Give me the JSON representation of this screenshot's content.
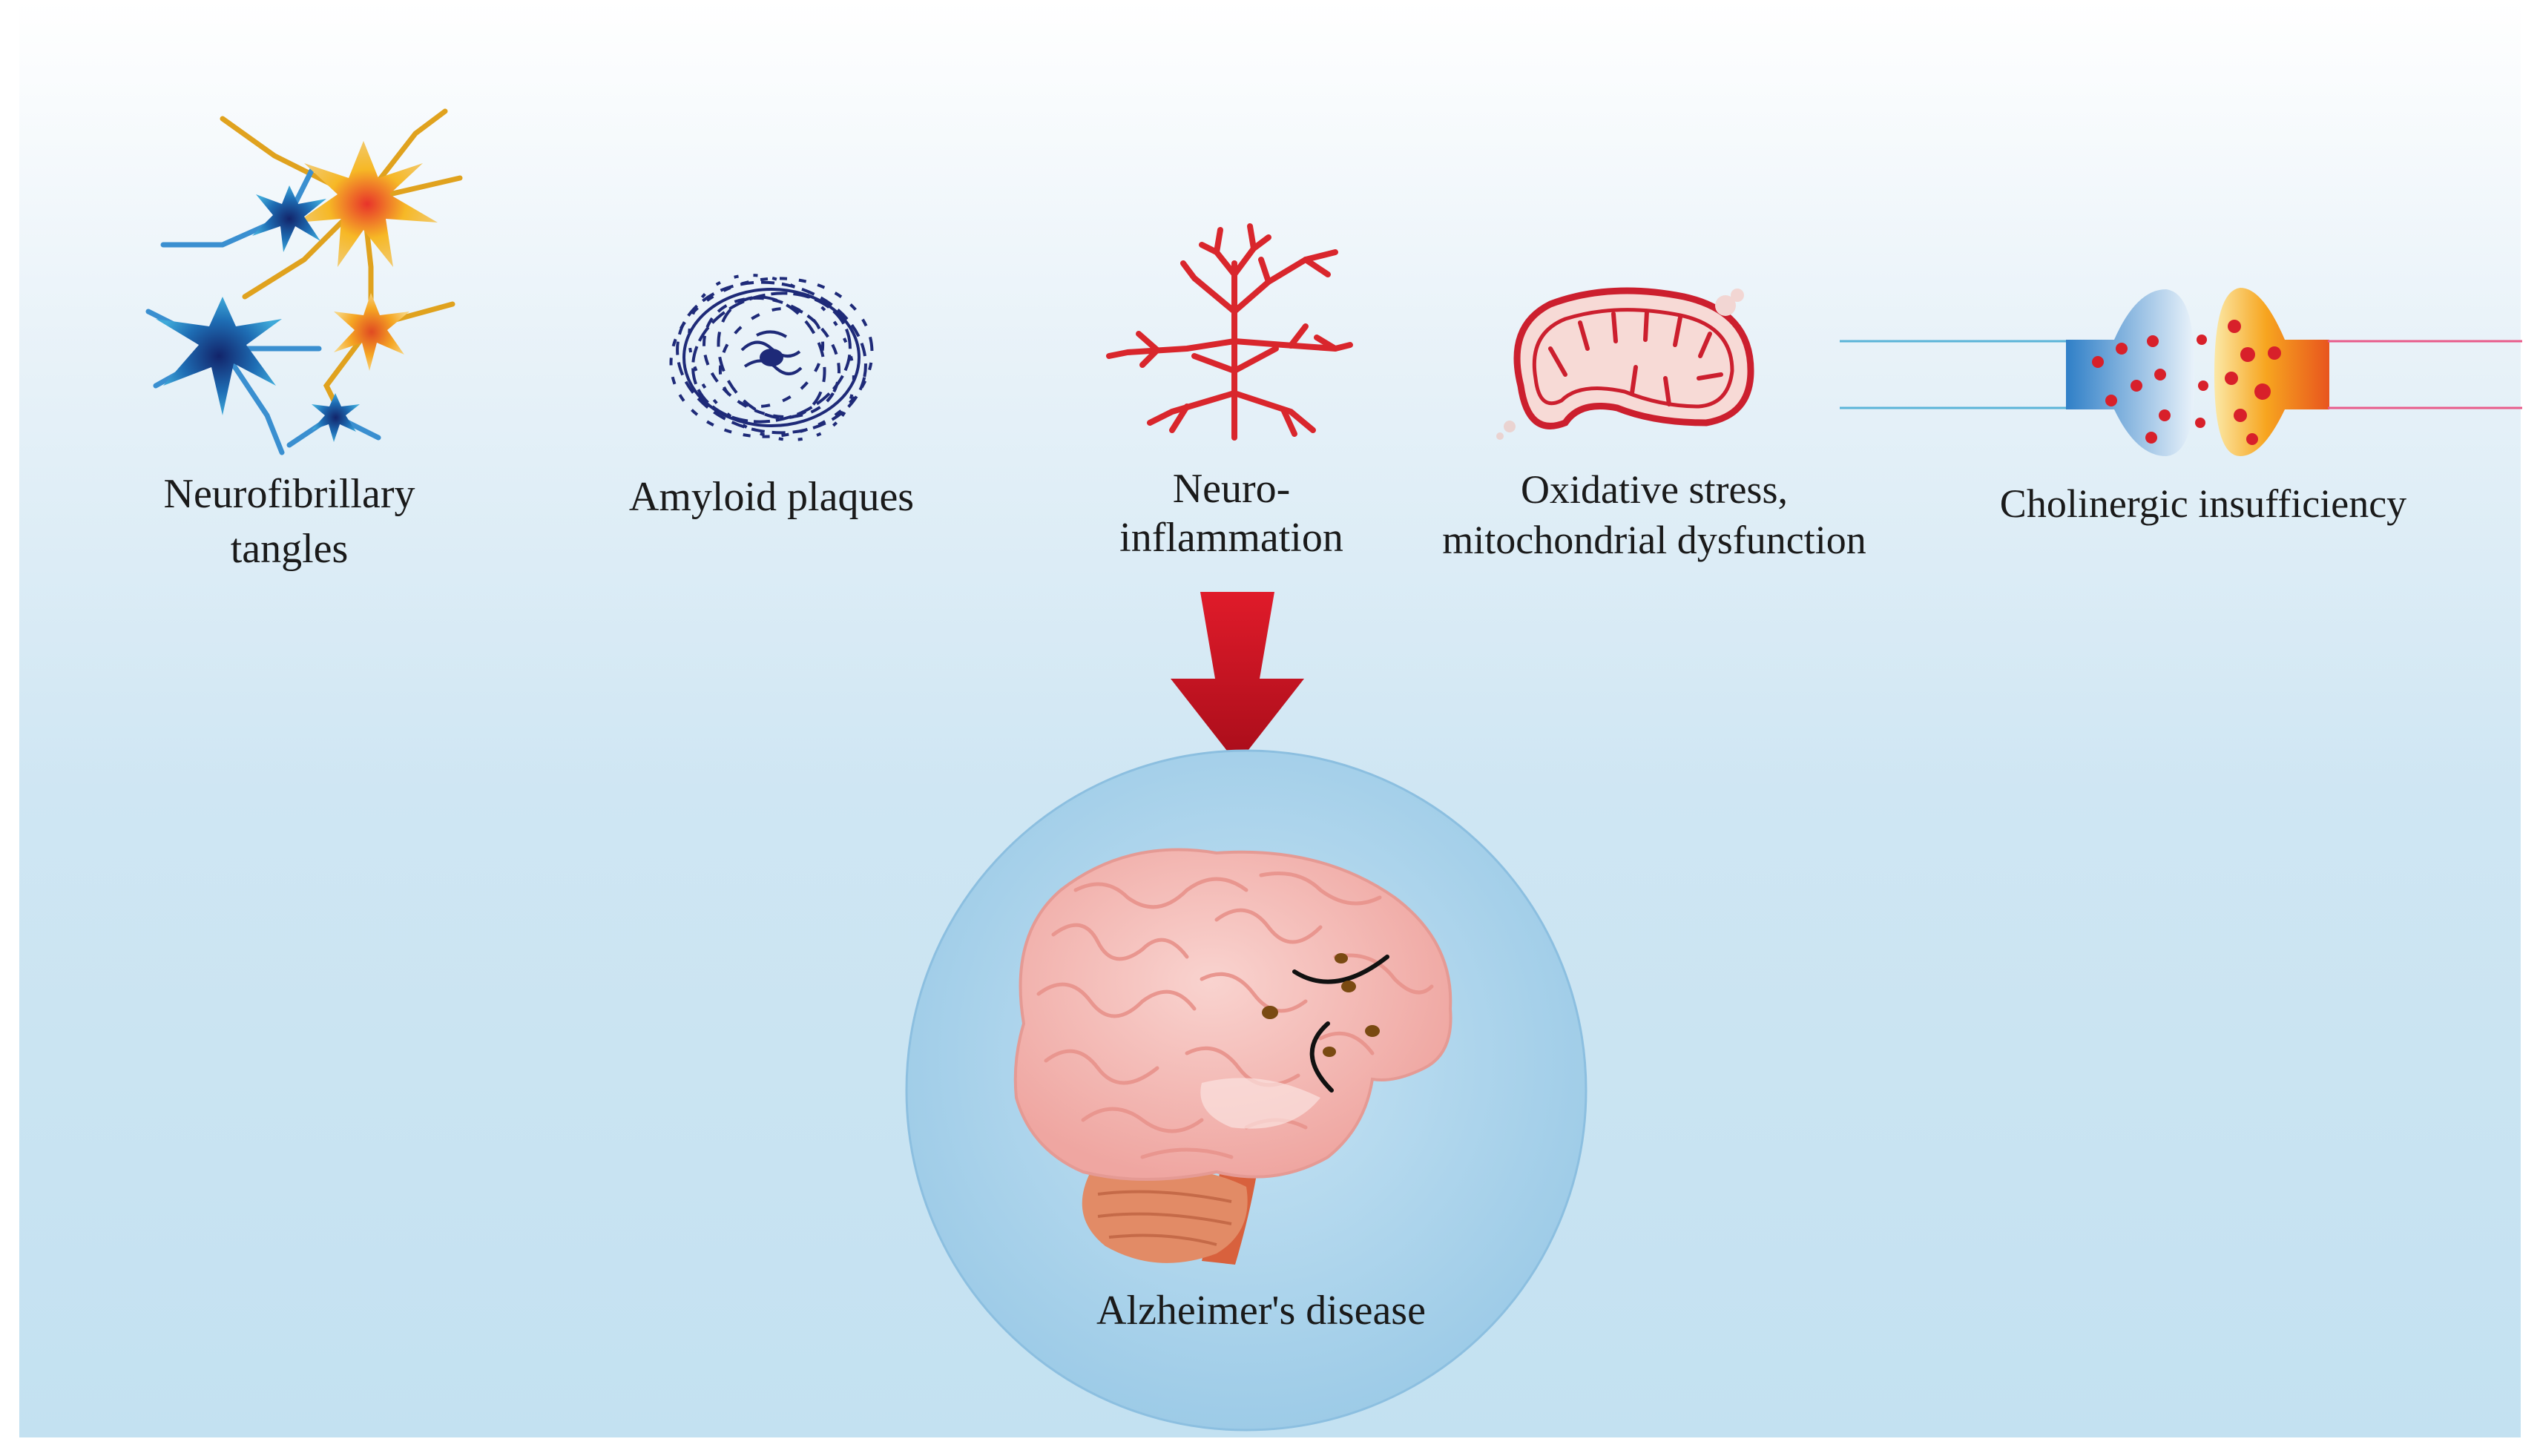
{
  "labels": {
    "neurofibrillary_line1": "Neurofibrillary",
    "neurofibrillary_line2": "tangles",
    "amyloid": "Amyloid plaques",
    "inflammation_line1": "Neuro-",
    "inflammation_line2": "inflammation",
    "oxidative_line1": "Oxidative stress,",
    "oxidative_line2": "mitochondrial dysfunction",
    "cholinergic": "Cholinergic insufficiency",
    "outcome": "Alzheimer's disease"
  },
  "icons": [
    "neurons-icon",
    "amyloid-plaque-icon",
    "microglia-icon",
    "mitochondria-icon",
    "synapse-icon",
    "down-arrow-icon",
    "brain-icon"
  ],
  "colors": {
    "arrow": "#c8102e",
    "microglia": "#d9262c",
    "mitochondria_outline": "#cc1f2e",
    "plaque": "#1e2a78",
    "circle_fill": "#a9d3ec",
    "brain": "#f3b6b2"
  }
}
